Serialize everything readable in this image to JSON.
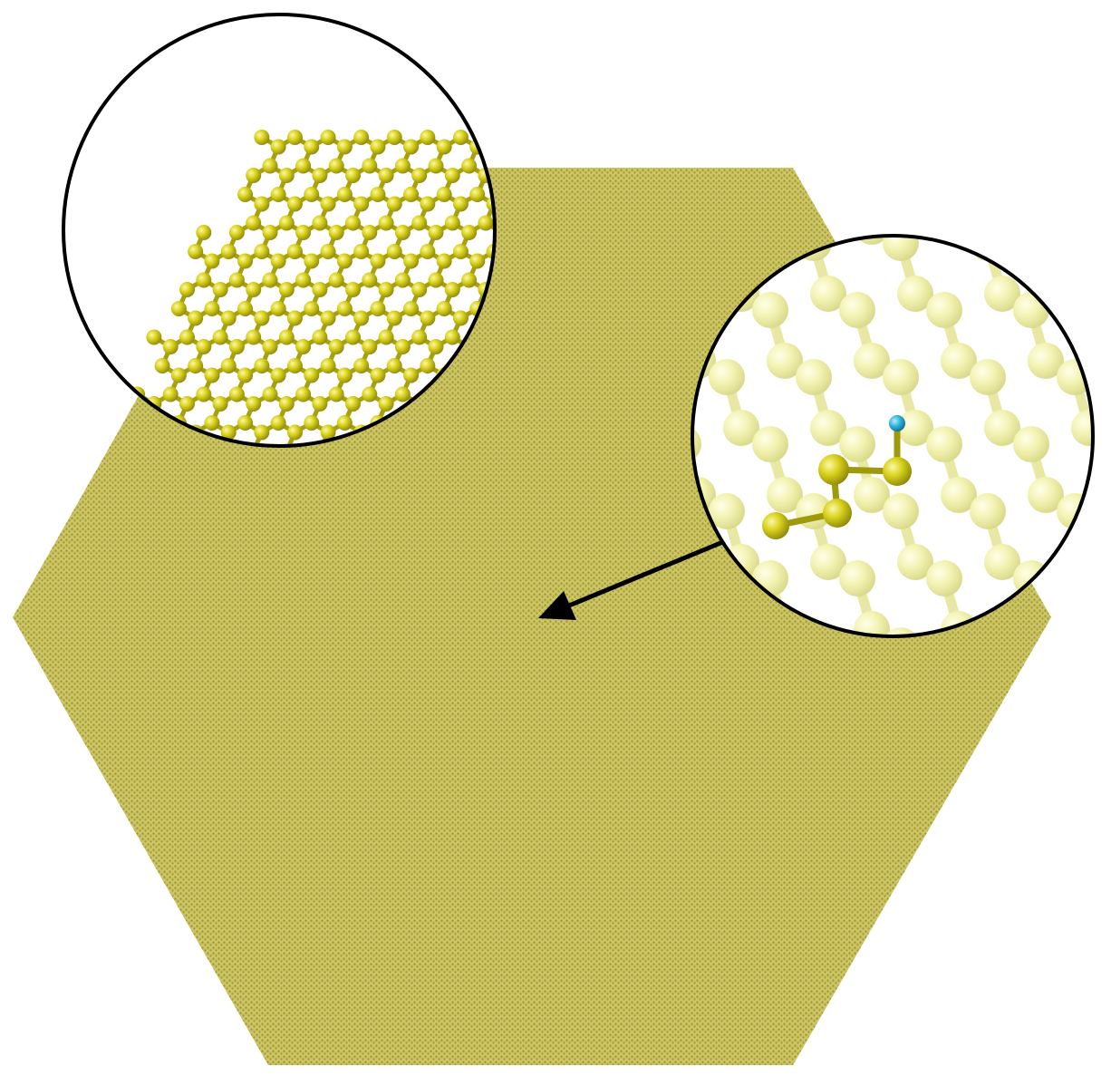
{
  "figure": {
    "description_visible_text": "",
    "colors": {
      "background": "#ffffff",
      "sheet_fill": "#c9c268",
      "sheet_dot": "#9a9315",
      "atom": "#c4bd14",
      "atom_highlight": "#f2ee7a",
      "bond": "#a7a00e",
      "faded_atom": "#eeeeaa",
      "faded_bond": "#e6e69a",
      "defect_atom": "#c2bc12",
      "hydrogen": "#2bb3dd",
      "outline": "#000000",
      "arrow": "#000000"
    },
    "elements": {
      "sheet": "hexagonal-lattice-sheet",
      "left_inset": "zoom-inset-edge",
      "right_inset": "zoom-inset-defect",
      "arrow": "pointer-arrow"
    }
  }
}
